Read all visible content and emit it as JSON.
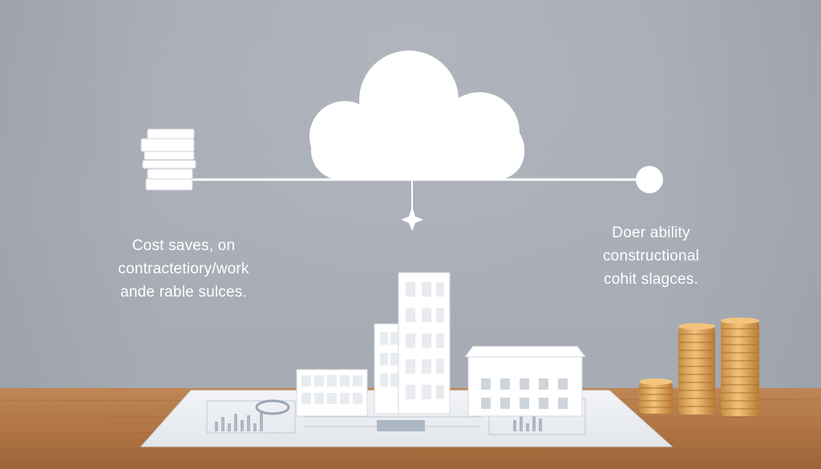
{
  "captions": {
    "left": {
      "line1": "Cost saves, on",
      "line2": "contractetiory/work",
      "line3": "ande rable sulces."
    },
    "right": {
      "line1": "Doer ability",
      "line2": "constructional",
      "line3": "cohit slagces."
    }
  },
  "colors": {
    "wall": "#a8adb6",
    "graphic": "#ffffff",
    "table": "#b67e4f",
    "coin": "#d9a45c"
  },
  "icons": {
    "cloud": "cloud-icon",
    "books": "book-stack-icon",
    "node": "circle-node-icon",
    "sparkle": "sparkle-icon"
  }
}
